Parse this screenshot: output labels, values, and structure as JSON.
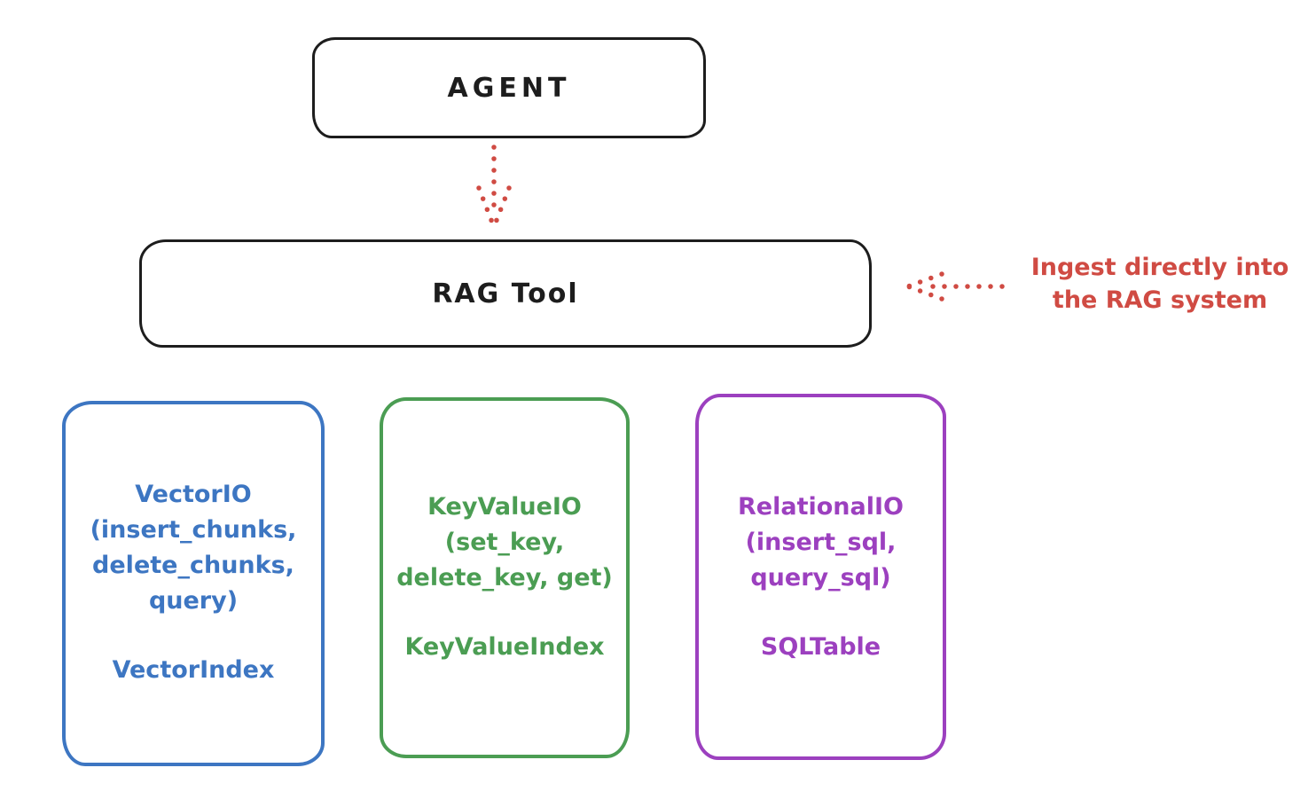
{
  "colors": {
    "ink": "#1d1d1d",
    "accent_red": "#d04b43",
    "vector_blue": "#3d76c2",
    "keyvalue_green": "#4b9d53",
    "relational_purple": "#9c40bf",
    "background": "#ffffff"
  },
  "diagram": {
    "agent": {
      "label": "AGENT"
    },
    "rag_tool": {
      "label": "RAG Tool"
    },
    "annotation": {
      "line1": "Ingest directly into",
      "line2": "the RAG system"
    },
    "backends": [
      {
        "name": "vector-io",
        "color": "#3d76c2",
        "lines": [
          "VectorIO",
          "(insert_chunks,",
          "delete_chunks,",
          "query)"
        ],
        "index": "VectorIndex"
      },
      {
        "name": "keyvalue-io",
        "color": "#4b9d53",
        "lines": [
          "KeyValueIO",
          "(set_key,",
          "delete_key, get)"
        ],
        "index": "KeyValueIndex"
      },
      {
        "name": "relational-io",
        "color": "#9c40bf",
        "lines": [
          "RelationalIO",
          "(insert_sql,",
          "query_sql)"
        ],
        "index": "SQLTable"
      }
    ]
  }
}
